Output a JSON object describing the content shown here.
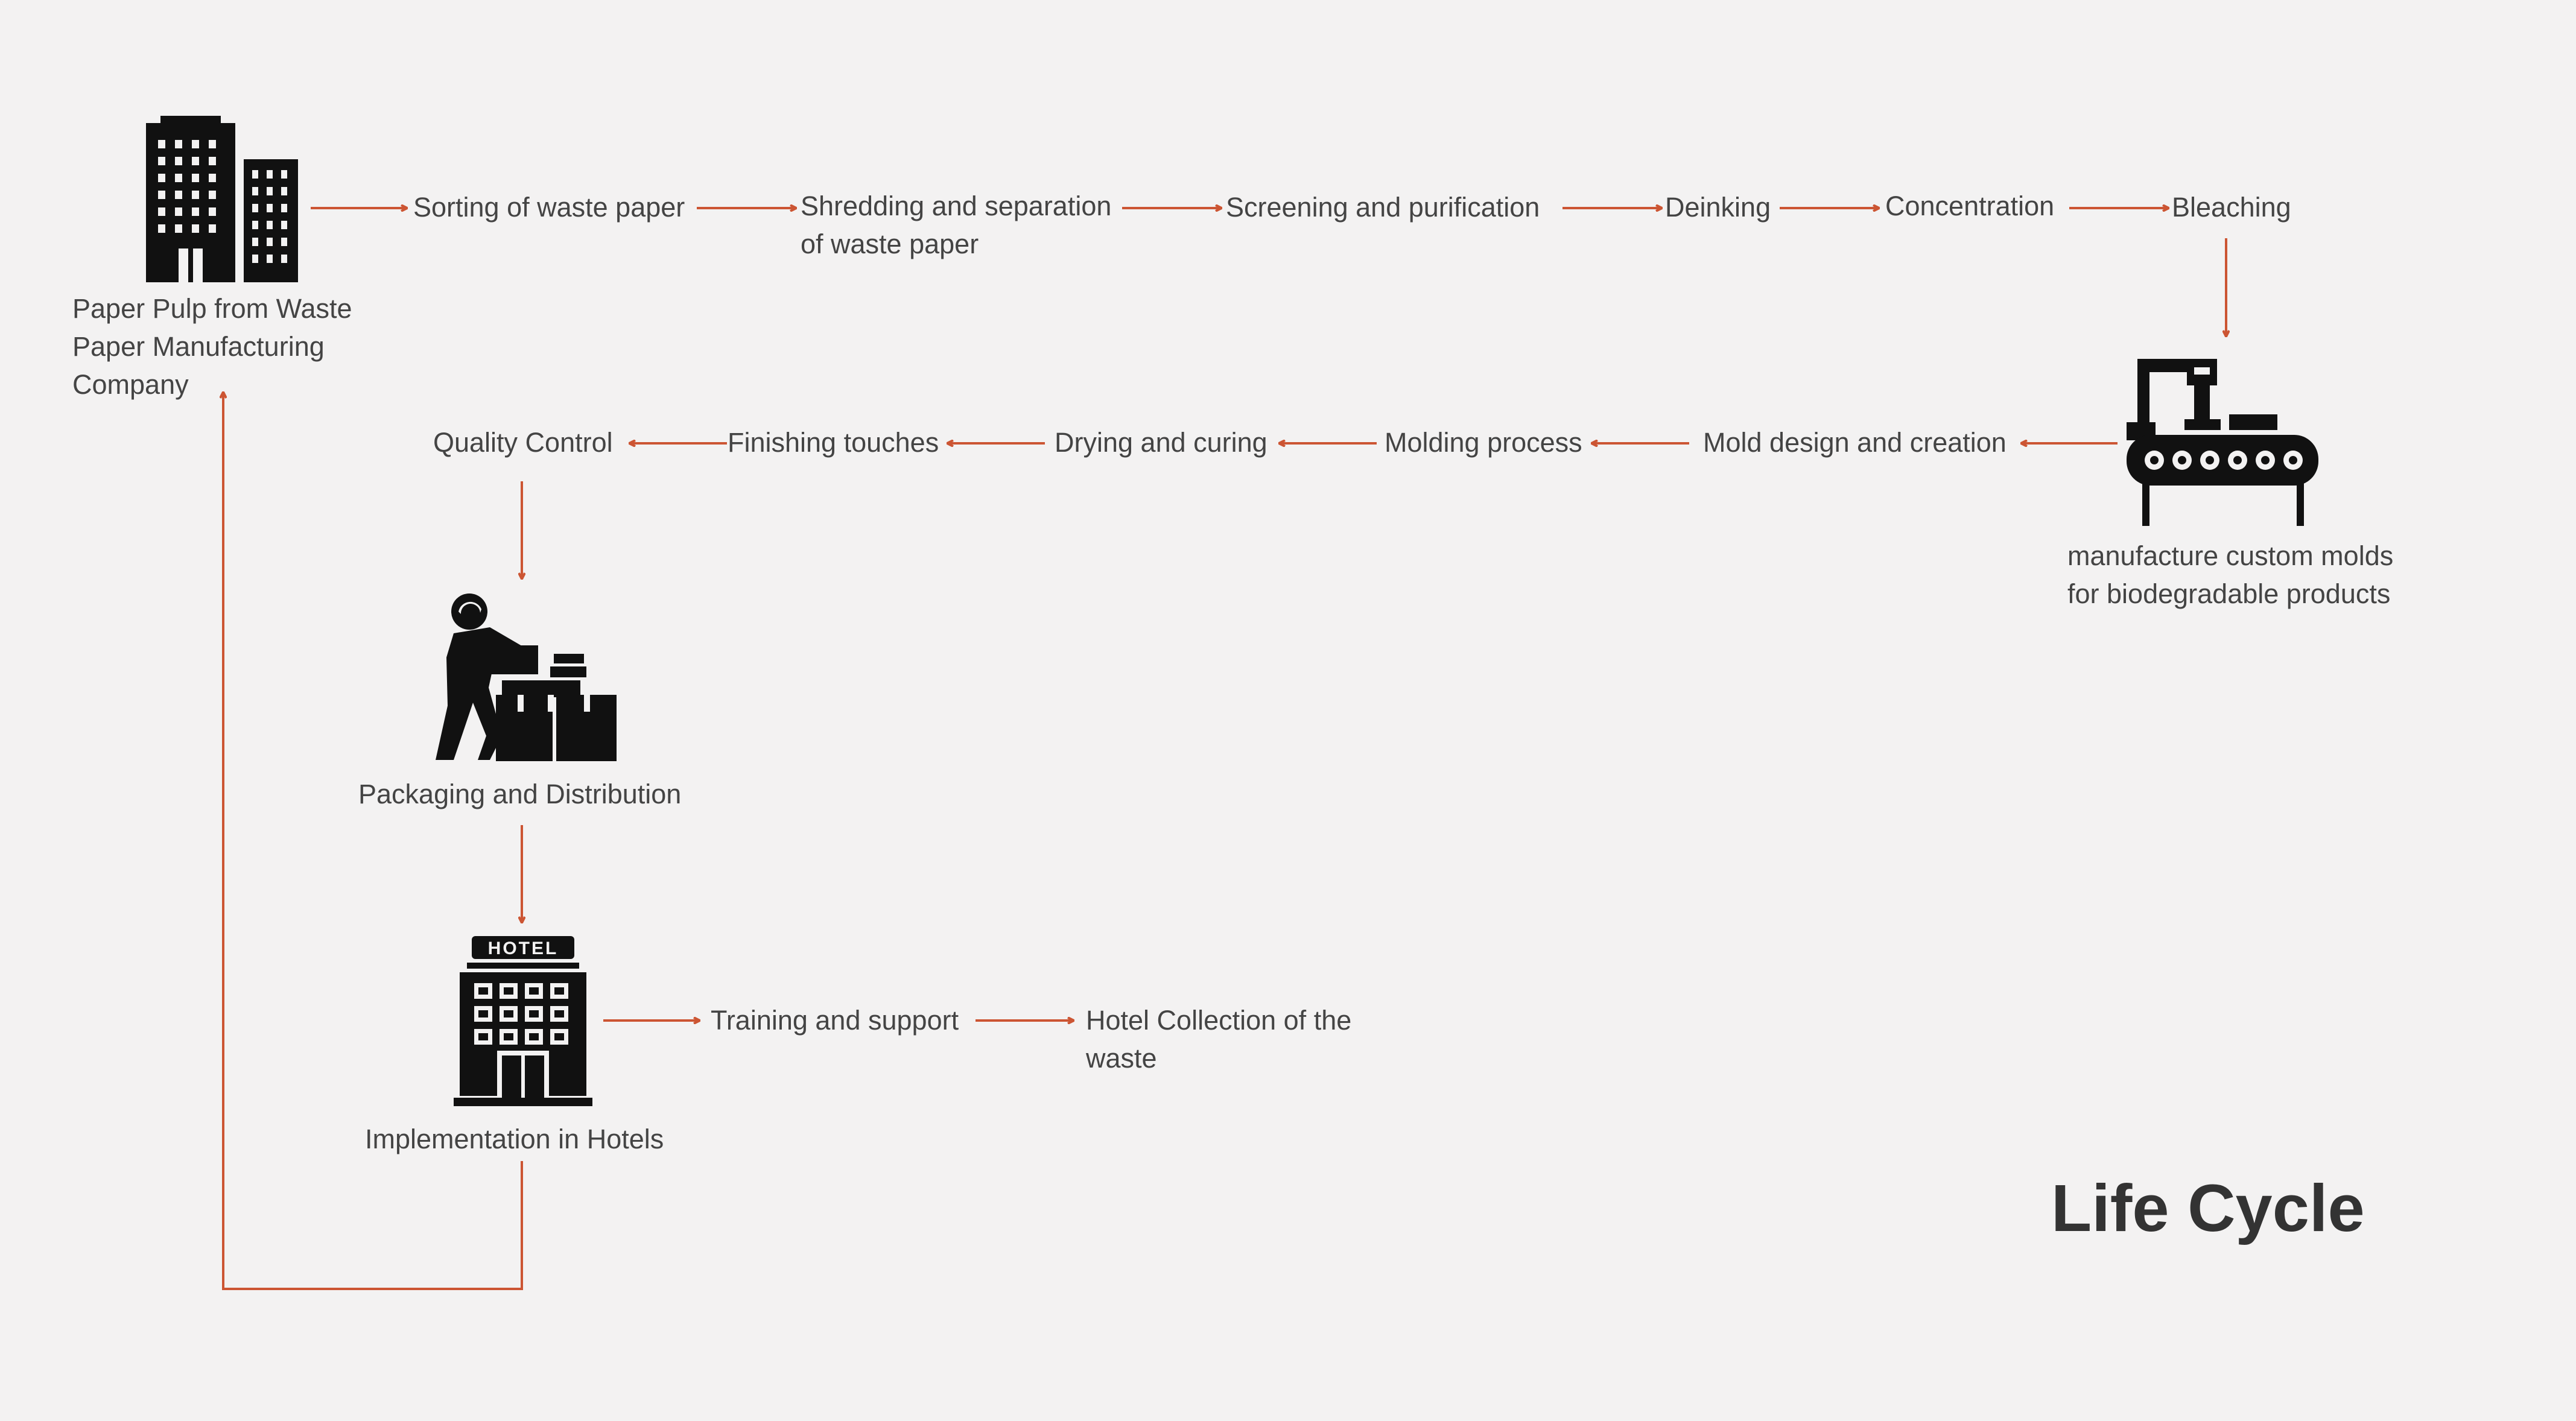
{
  "title": "Life Cycle",
  "colors": {
    "arrow": "#cc5533",
    "text": "#444444",
    "icon": "#111111",
    "background": "#f3f2f2"
  },
  "nodes": {
    "company": "Paper Pulp from Waste Paper Manufacturing Company",
    "sorting": "Sorting of waste paper",
    "shredding_line1": "Shredding and separation",
    "shredding_line2": "of waste paper",
    "screening": "Screening and purification",
    "deinking": "Deinking",
    "concentration": "Concentration",
    "bleaching": "Bleaching",
    "molds_line1": "manufacture custom molds",
    "molds_line2": "for biodegradable products",
    "mold_design": "Mold design and creation",
    "molding": "Molding process",
    "drying": "Drying and curing",
    "finishing": "Finishing touches",
    "quality": "Quality Control",
    "packaging": "Packaging and Distribution",
    "implementation": "Implementation in Hotels",
    "training": "Training and support",
    "collection": "Hotel Collection of the waste"
  },
  "icons": {
    "company": "office-buildings-icon",
    "molds": "conveyor-robot-icon",
    "packaging": "worker-boxes-icon",
    "hotel": "hotel-building-icon",
    "hotel_sign": "HOTEL"
  }
}
